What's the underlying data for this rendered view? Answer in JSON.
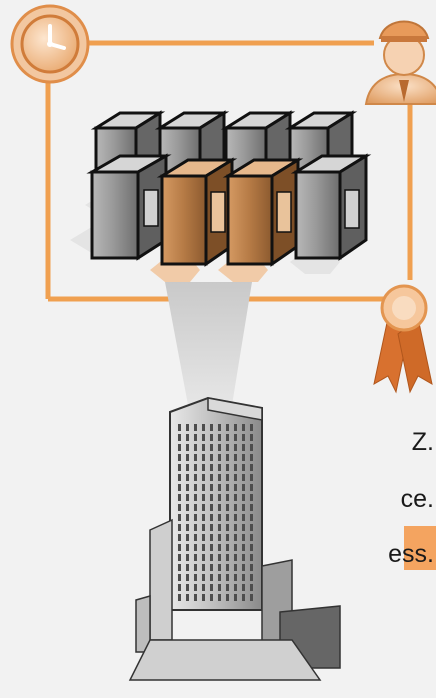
{
  "text_fragments": [
    "Z.",
    "ce.",
    "ess."
  ],
  "colors": {
    "background": "#f2f2f2",
    "frame": "#f0a050",
    "server_gray": "#7d7d7d",
    "server_orange": "#b9804f",
    "accent_square": "#f4a460"
  },
  "icons": [
    "clock-icon",
    "security-guard-icon",
    "award-ribbon-icon",
    "server-rack-icon",
    "office-tower-icon"
  ]
}
